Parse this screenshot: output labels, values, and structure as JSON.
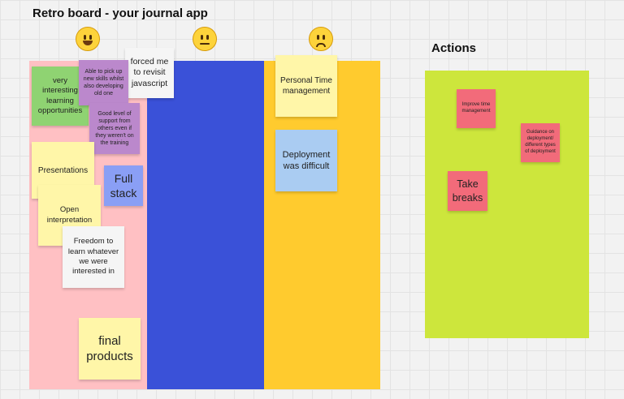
{
  "board": {
    "title": "Retro board - your journal app"
  },
  "actions": {
    "title": "Actions"
  },
  "notes": {
    "very_interesting": "very interesting learning opportunities",
    "pick_up_skills": "Able to pick up new skills whilst also developing old one",
    "forced_revisit": "forced me to revisit javascript",
    "good_support": "Good level of support from others even if they weren't on the training",
    "presentations": "Presentations",
    "full_stack": "Full stack",
    "open_interpretation": "Open interpretation",
    "freedom": "Freedom to learn whatever we were interested in",
    "final_products": "final products",
    "personal_time": "Personal Time management",
    "deployment": "Deployment was difficult",
    "improve_time": "Improve time management",
    "guidance": "Guidance on deployment/ different types of deployment",
    "take_breaks": "Take breaks"
  },
  "colors": {
    "positive_column": "#ffc0c3",
    "neutral_column": "#3a51d8",
    "negative_column": "#ffcb2e",
    "actions_area": "#cde63c",
    "green_note": "#8fd372",
    "purple_note": "#bb88cc",
    "white_note": "#f5f5f5",
    "light_yellow_note": "#fff6a8",
    "blue_note": "#8a9ff5",
    "light_blue_note": "#aaccf2",
    "red_note": "#f26b7a"
  },
  "icons": [
    "smiling-face-icon",
    "neutral-face-icon",
    "frowning-face-icon"
  ]
}
